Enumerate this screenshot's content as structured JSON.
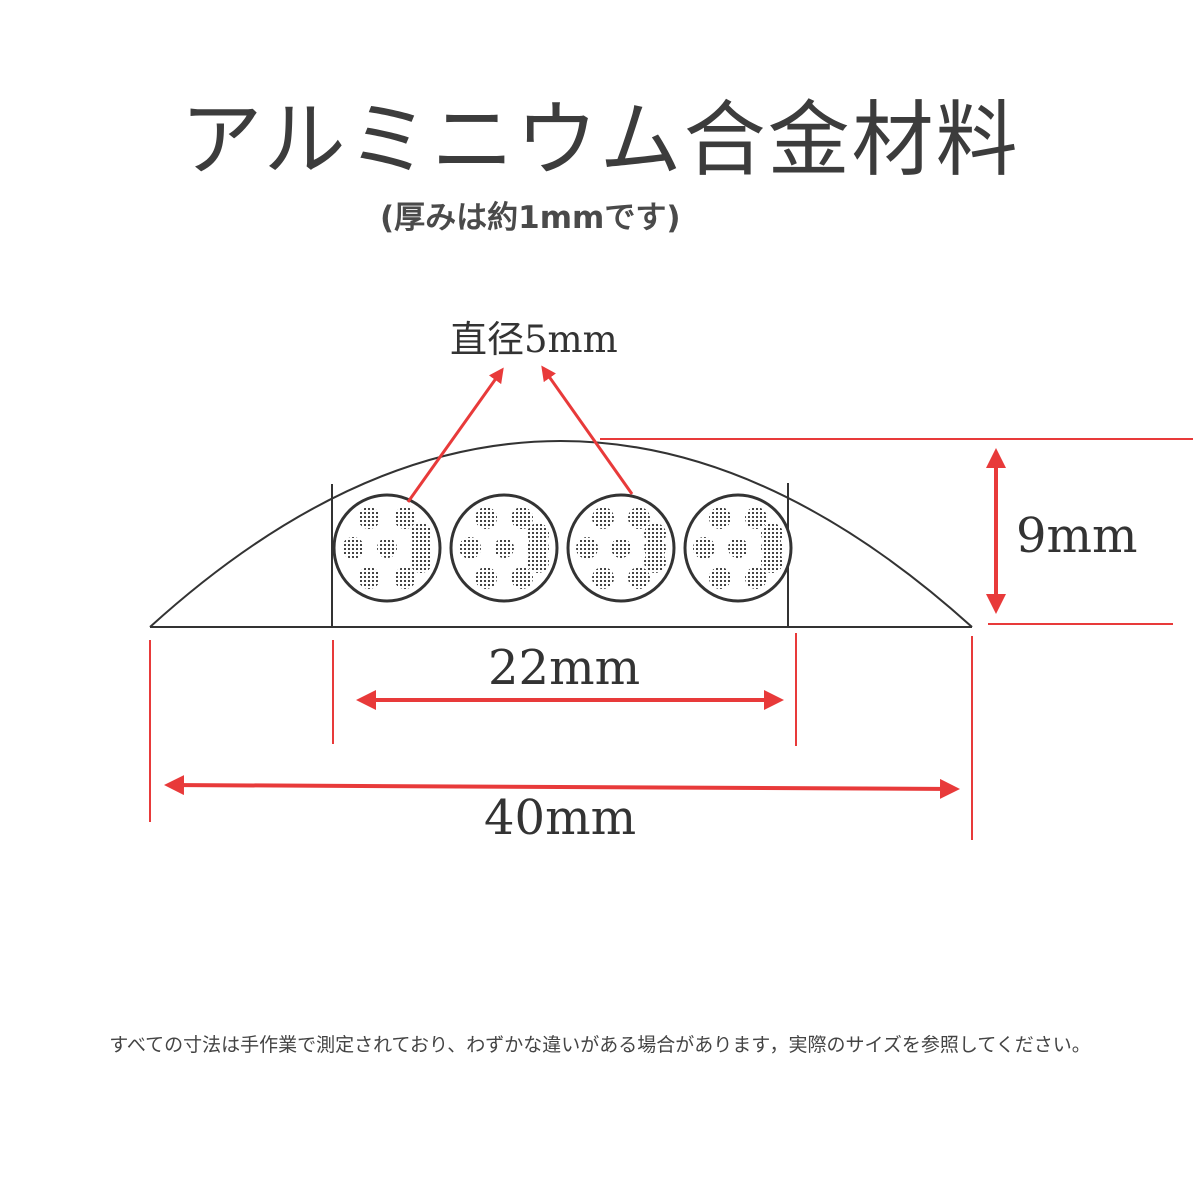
{
  "title": "アルミニウム合金材料",
  "subtitle": "(厚みは約1mmです)",
  "diagram": {
    "dimensions": {
      "hole_diameter": "直径5mm",
      "height": "9mm",
      "inner_width": "22mm",
      "total_width": "40mm"
    },
    "reflector_count": 4,
    "colors": {
      "outline": "#333333",
      "dimension_line": "#e83a3a",
      "text": "#3a3a3a",
      "reflector_dots": "#444444"
    }
  },
  "footnote": "すべての寸法は手作業で測定されており、わずかな違いがある場合があります，実際のサイズを参照してください。"
}
